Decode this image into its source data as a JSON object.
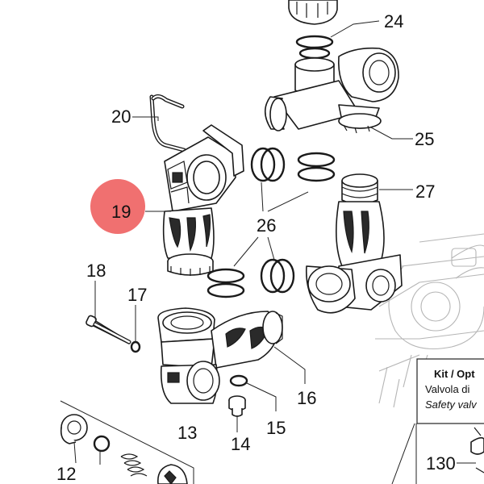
{
  "callouts": [
    "24",
    "25",
    "20",
    "27",
    "19",
    "26",
    "18",
    "17",
    "16",
    "15",
    "13",
    "14",
    "12",
    "130"
  ],
  "highlight": {
    "label": "19",
    "color": "#f07070"
  },
  "kit_box": {
    "title": "Kit / Opt",
    "line1": "Valvola di",
    "line2": "Safety valv"
  }
}
